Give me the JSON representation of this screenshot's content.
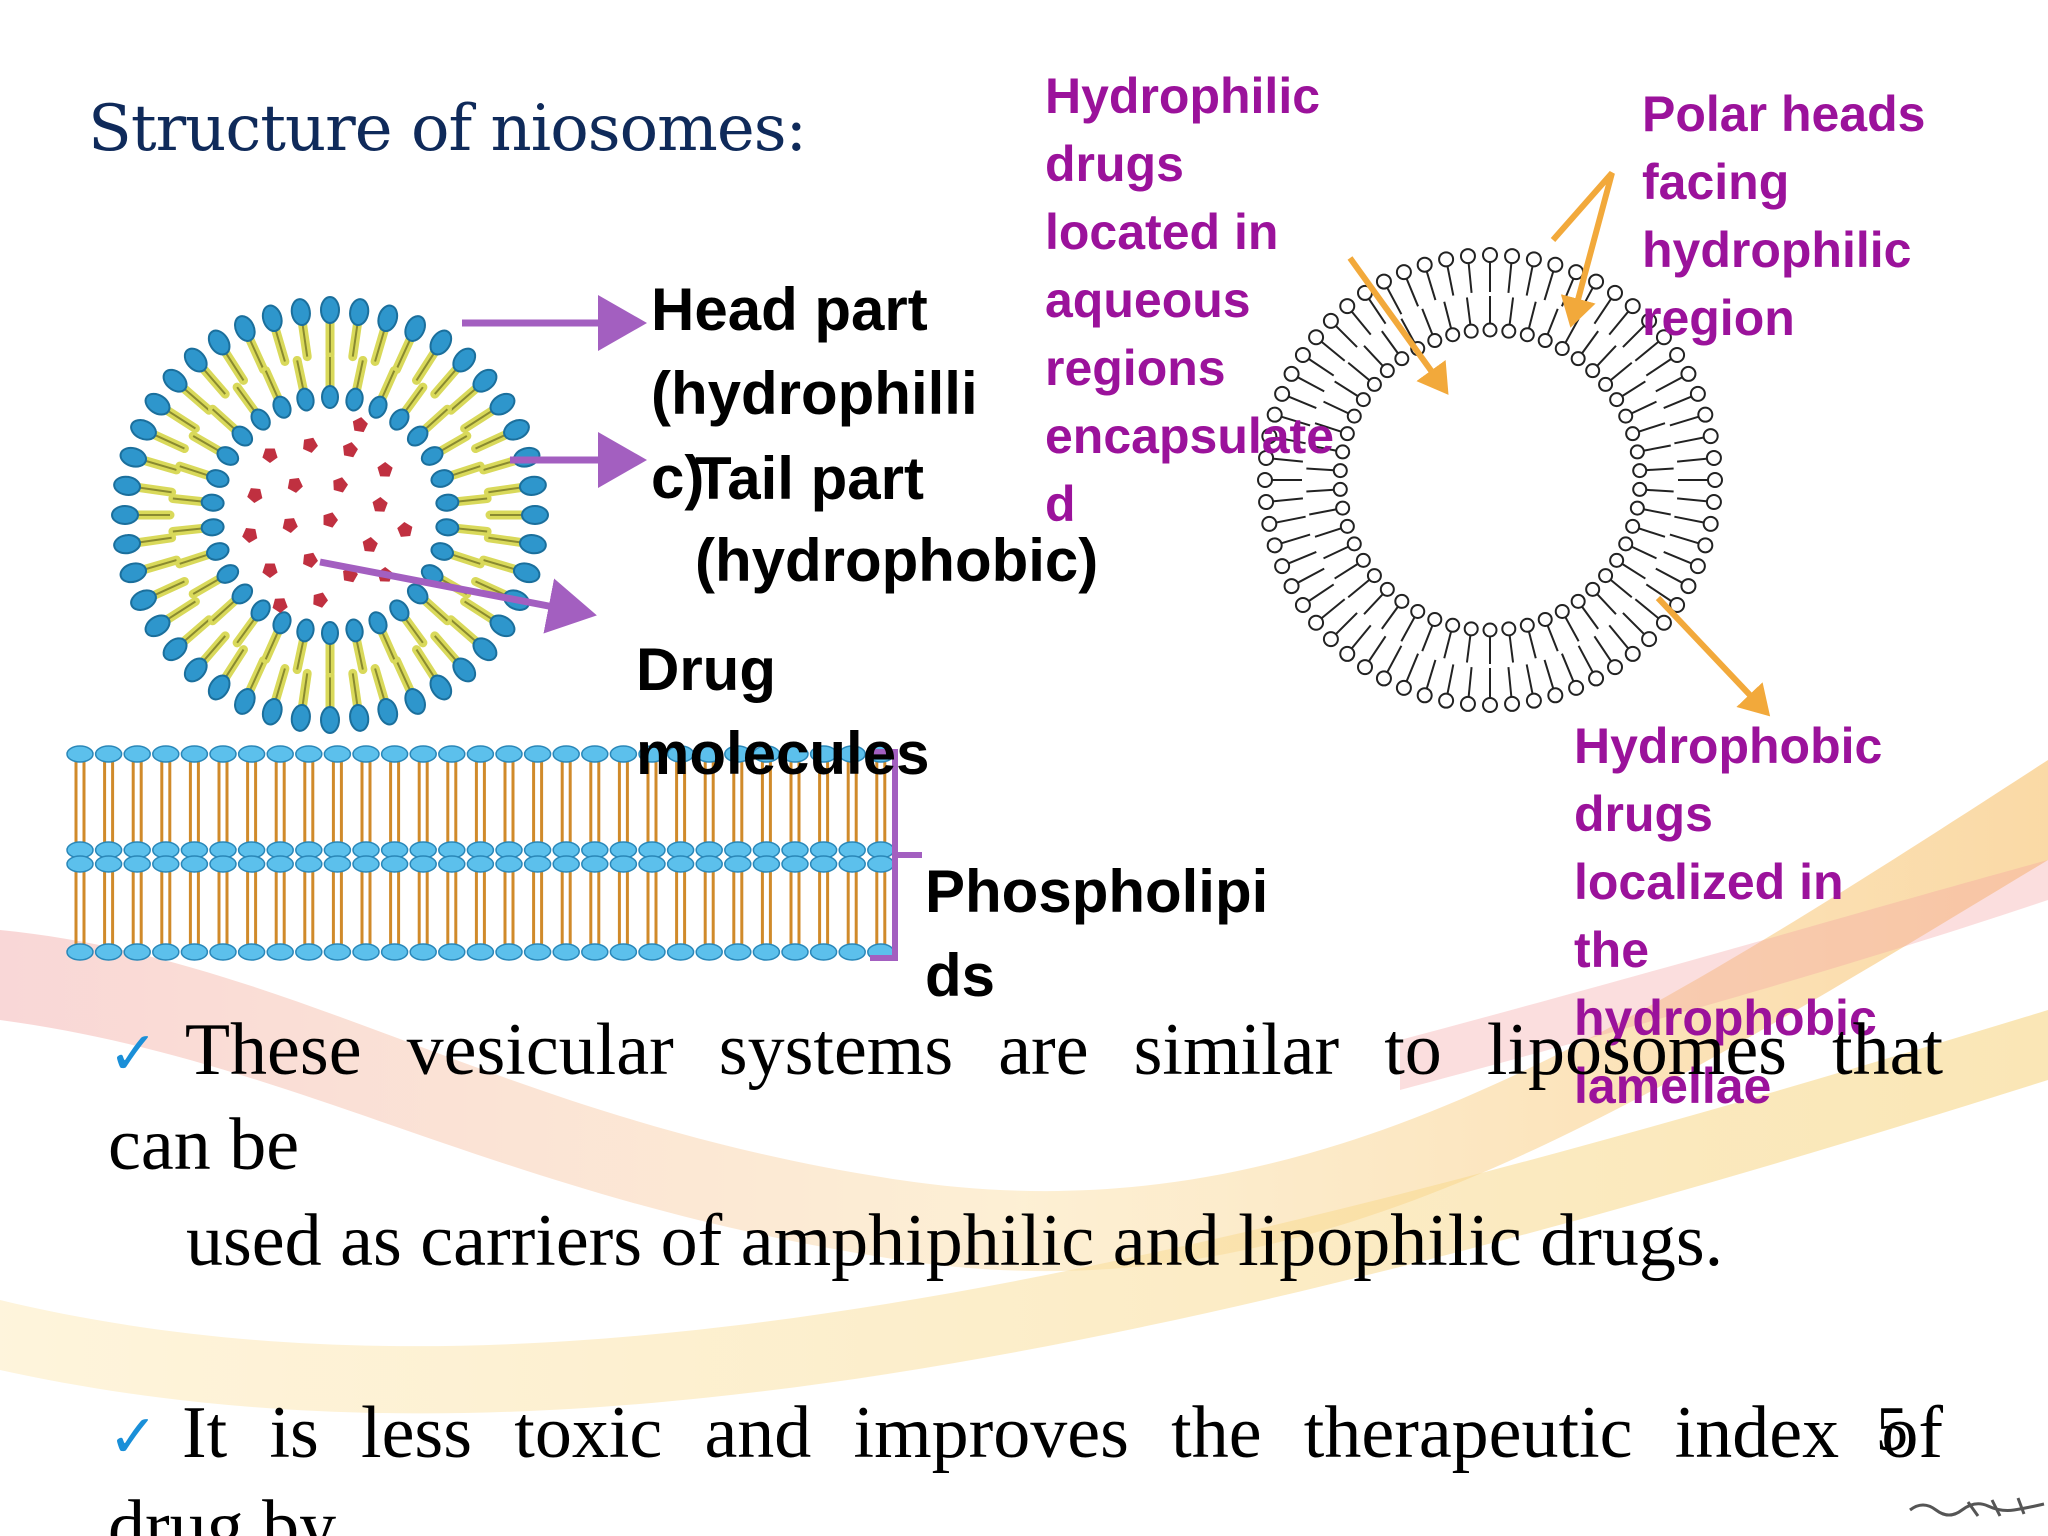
{
  "slide": {
    "title": "Structure of niosomes:",
    "page_number": "5"
  },
  "labels": {
    "head_part": [
      "Head part",
      "(hydrophilli",
      "c)"
    ],
    "tail_part": [
      "Tail part",
      "(hydrophobic)"
    ],
    "drug_molecules": [
      "Drug",
      "molecules"
    ],
    "phospholipids": [
      "Phospholipi",
      "ds"
    ],
    "hydrophilic_drugs": [
      "Hydrophilic",
      "drugs",
      "located in",
      "aqueous",
      "regions",
      "encapsulate",
      "d"
    ],
    "polar_heads": [
      "Polar heads",
      "facing",
      "hydrophilic",
      "region"
    ],
    "hydrophobic_drugs": [
      "Hydrophobic",
      "drugs",
      "localized in",
      "the",
      "hydrophobic",
      "lamellae"
    ]
  },
  "body": {
    "check_mark": "✓",
    "para1_line1": "These vesicular systems are similar to liposomes that",
    "para1_line2": "can be",
    "para1_line3": "used as carriers of amphiphilic and lipophilic drugs.",
    "para2_line1": "It is less toxic and improves the therapeutic index of",
    "para2_line2": "drug by"
  },
  "colors": {
    "title": "#0f2a5a",
    "purple_label": "#9b129b",
    "purple_arrow": "#a35fc0",
    "orange_arrow": "#f2a93b",
    "head_blue": "#2e96cc",
    "tail_yellow": "#d9d95a",
    "drug_red": "#c03040",
    "check_blue": "#1a8fd8"
  }
}
